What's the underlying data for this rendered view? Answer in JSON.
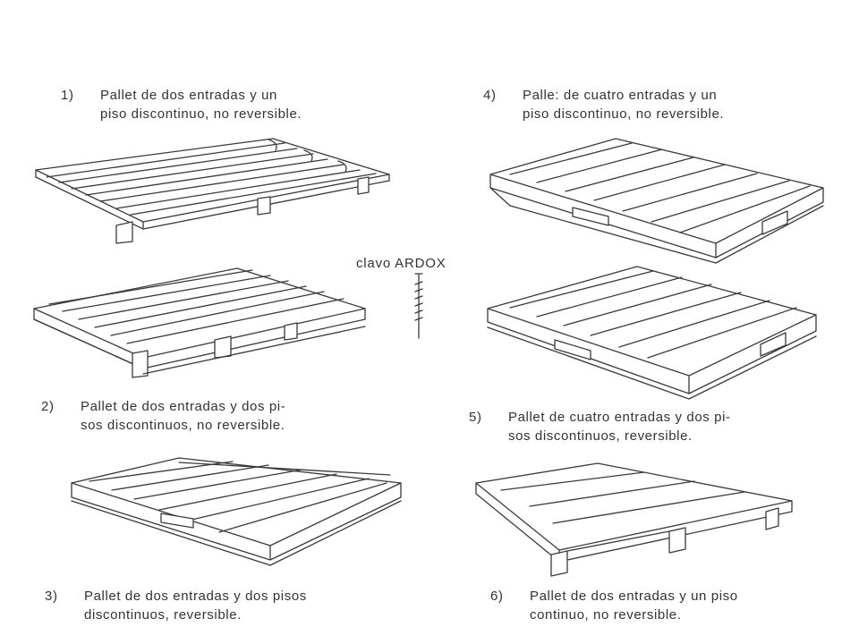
{
  "nail_label": "clavo ARDOX",
  "pallets": [
    {
      "num": "1)",
      "line1": "Pallet de dos entradas y un",
      "line2": "piso discontinuo, no reversible."
    },
    {
      "num": "2)",
      "line1": "Pallet de dos entradas y dos pi-",
      "line2": "sos discontinuos, no reversible."
    },
    {
      "num": "3)",
      "line1": "Pallet de dos entradas y dos pisos",
      "line2": "discontinuos, reversible."
    },
    {
      "num": "4)",
      "line1": "Palle: de cuatro entradas y un",
      "line2": "piso discontinuo, no reversible."
    },
    {
      "num": "5)",
      "line1": "Pallet de cuatro entradas y dos pi-",
      "line2": "sos discontinuos, reversible."
    },
    {
      "num": "6)",
      "line1": "Pallet de dos entradas y un piso",
      "line2": "continuo, no reversible."
    }
  ]
}
